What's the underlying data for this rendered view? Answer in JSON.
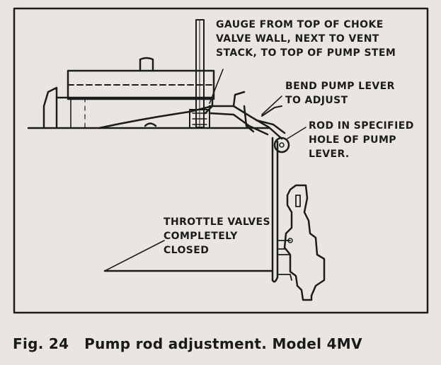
{
  "labels": {
    "gauge": "GAUGE FROM TOP OF CHOKE\nVALVE WALL, NEXT TO VENT\nSTACK, TO TOP OF PUMP STEM",
    "bend": "BEND PUMP LEVER\nTO ADJUST",
    "rod": "ROD IN SPECIFIED\nHOLE OF PUMP\nLEVER.",
    "throttle": "THROTTLE VALVES\nCOMPLETELY\nCLOSED"
  },
  "caption": "Fig. 24   Pump rod adjustment. Model 4MV",
  "colors": {
    "ink": "#1c1c1c",
    "paper": "#e9e6e1"
  }
}
